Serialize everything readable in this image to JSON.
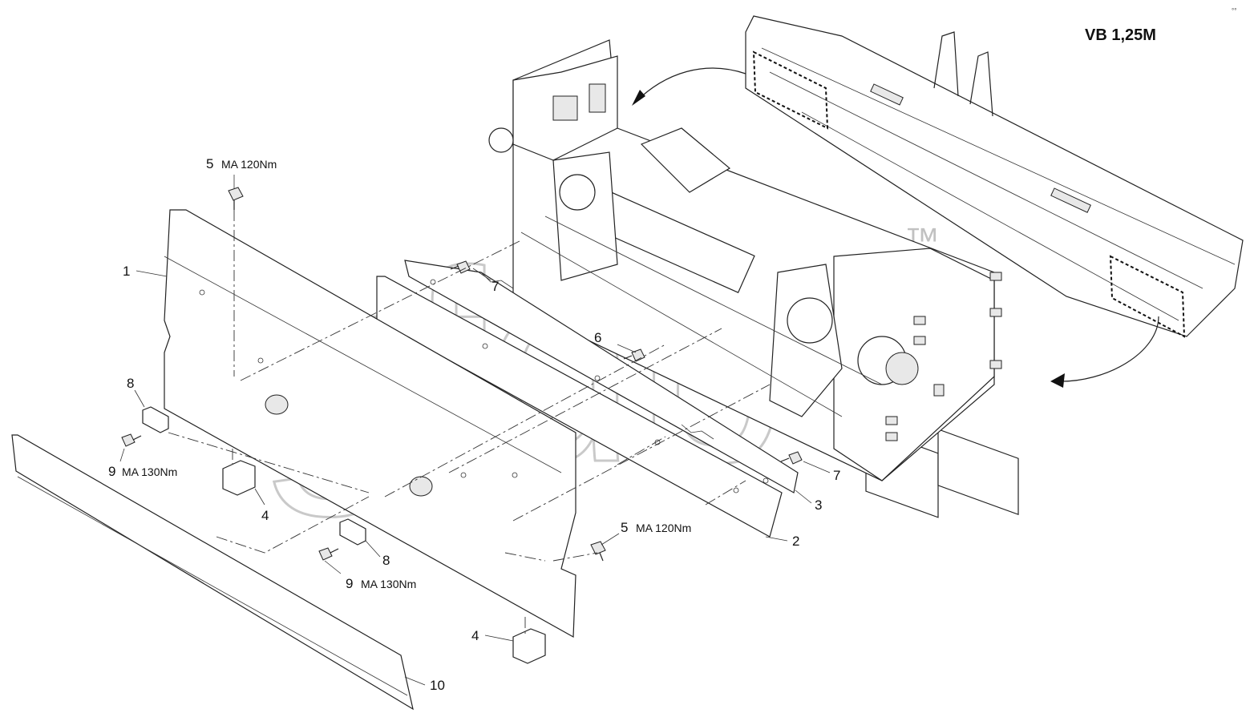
{
  "model_label": "VB 1,25M",
  "watermark": {
    "text": "gfdb",
    "trademark": "™"
  },
  "callouts": [
    {
      "id": "c1",
      "num": "1",
      "spec": ""
    },
    {
      "id": "c2",
      "num": "2",
      "spec": ""
    },
    {
      "id": "c3",
      "num": "3",
      "spec": ""
    },
    {
      "id": "c4a",
      "num": "4",
      "spec": ""
    },
    {
      "id": "c4b",
      "num": "4",
      "spec": ""
    },
    {
      "id": "c5a",
      "num": "5",
      "spec": "MA 120Nm"
    },
    {
      "id": "c5b",
      "num": "5",
      "spec": "MA 120Nm"
    },
    {
      "id": "c6",
      "num": "6",
      "spec": ""
    },
    {
      "id": "c7a",
      "num": "7",
      "spec": ""
    },
    {
      "id": "c7b",
      "num": "7",
      "spec": ""
    },
    {
      "id": "c8a",
      "num": "8",
      "spec": ""
    },
    {
      "id": "c8b",
      "num": "8",
      "spec": ""
    },
    {
      "id": "c9a",
      "num": "9",
      "spec": "MA 130Nm"
    },
    {
      "id": "c9b",
      "num": "9",
      "spec": "MA 130Nm"
    },
    {
      "id": "c10",
      "num": "10",
      "spec": ""
    }
  ]
}
